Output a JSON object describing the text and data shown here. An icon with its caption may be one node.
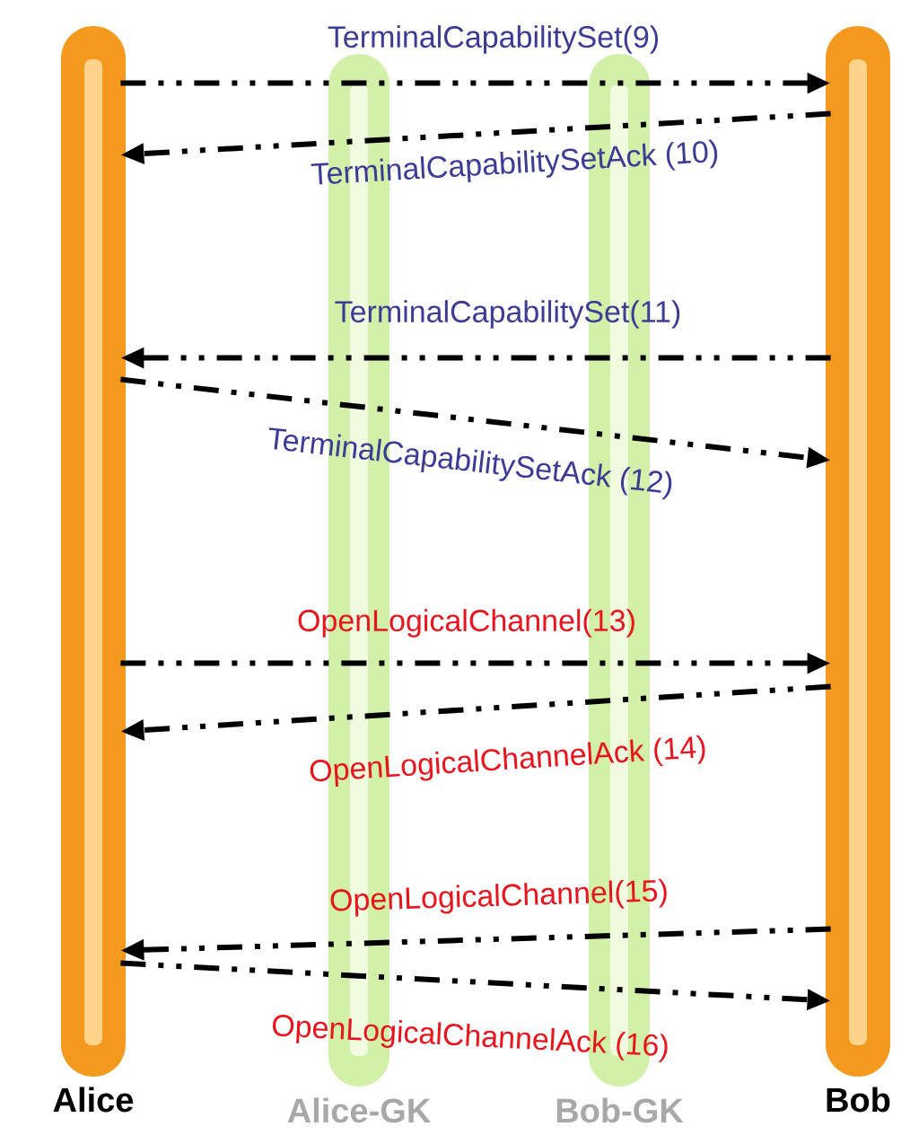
{
  "diagram": {
    "nodes": [
      {
        "text": [
          "Alice"
        ]
      },
      {
        "text": [
          "Bob"
        ]
      }
    ],
    "labels": [
      "Alice-GK",
      "Bob-GK"
    ],
    "edges": [
      {
        "from": 0,
        "to": 1,
        "arrow": "to",
        "label": "TerminalCapabilitySet(9)",
        "style": "dashed"
      },
      {
        "from": 1,
        "to": 0,
        "arrow": "to",
        "label": "TerminalCapabilitySetAck (10)",
        "style": "dashed"
      },
      {
        "from": 1,
        "to": 0,
        "arrow": "to",
        "label": "TerminalCapabilitySet(11)",
        "style": "dashed"
      },
      {
        "from": 0,
        "to": 1,
        "arrow": "to",
        "label": "TerminalCapabilitySetAck (12)",
        "style": "dashed"
      },
      {
        "from": 0,
        "to": 1,
        "arrow": "to",
        "label": "OpenLogicalChannel(13)",
        "style": "dashed"
      },
      {
        "from": 1,
        "to": 0,
        "arrow": "to",
        "label": "OpenLogicalChannelAck (14)",
        "style": "dashed"
      },
      {
        "from": 1,
        "to": 0,
        "arrow": "to",
        "label": "OpenLogicalChannel(15)",
        "style": "dashed"
      },
      {
        "from": 0,
        "to": 1,
        "arrow": "to",
        "label": "OpenLogicalChannelAck (16)",
        "style": "dashed"
      }
    ]
  }
}
